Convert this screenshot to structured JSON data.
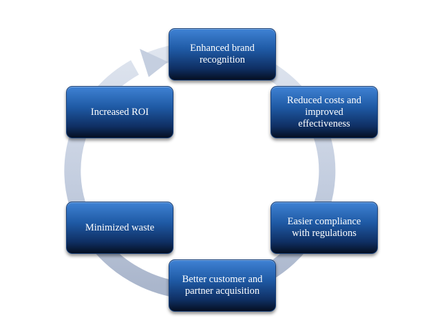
{
  "diagram": {
    "type": "cycle",
    "colors": {
      "ring": "#c9d2e3",
      "node_top": "#3f82d4",
      "node_bottom": "#050f22",
      "text": "#ffffff"
    },
    "nodes": [
      {
        "id": "enhanced-brand-recognition",
        "label": "Enhanced brand\nrecognition"
      },
      {
        "id": "reduced-costs",
        "label": "Reduced costs and\nimproved\neffectiveness"
      },
      {
        "id": "easier-compliance",
        "label": "Easier compliance\nwith regulations"
      },
      {
        "id": "better-acquisition",
        "label": "Better customer and\npartner acquisition"
      },
      {
        "id": "minimized-waste",
        "label": "Minimized waste"
      },
      {
        "id": "increased-roi",
        "label": "Increased ROI"
      }
    ],
    "edges": [
      {
        "from": "enhanced-brand-recognition",
        "to": "reduced-costs"
      },
      {
        "from": "reduced-costs",
        "to": "easier-compliance"
      },
      {
        "from": "easier-compliance",
        "to": "better-acquisition"
      },
      {
        "from": "better-acquisition",
        "to": "minimized-waste"
      },
      {
        "from": "minimized-waste",
        "to": "increased-roi"
      },
      {
        "from": "increased-roi",
        "to": "enhanced-brand-recognition"
      }
    ]
  }
}
